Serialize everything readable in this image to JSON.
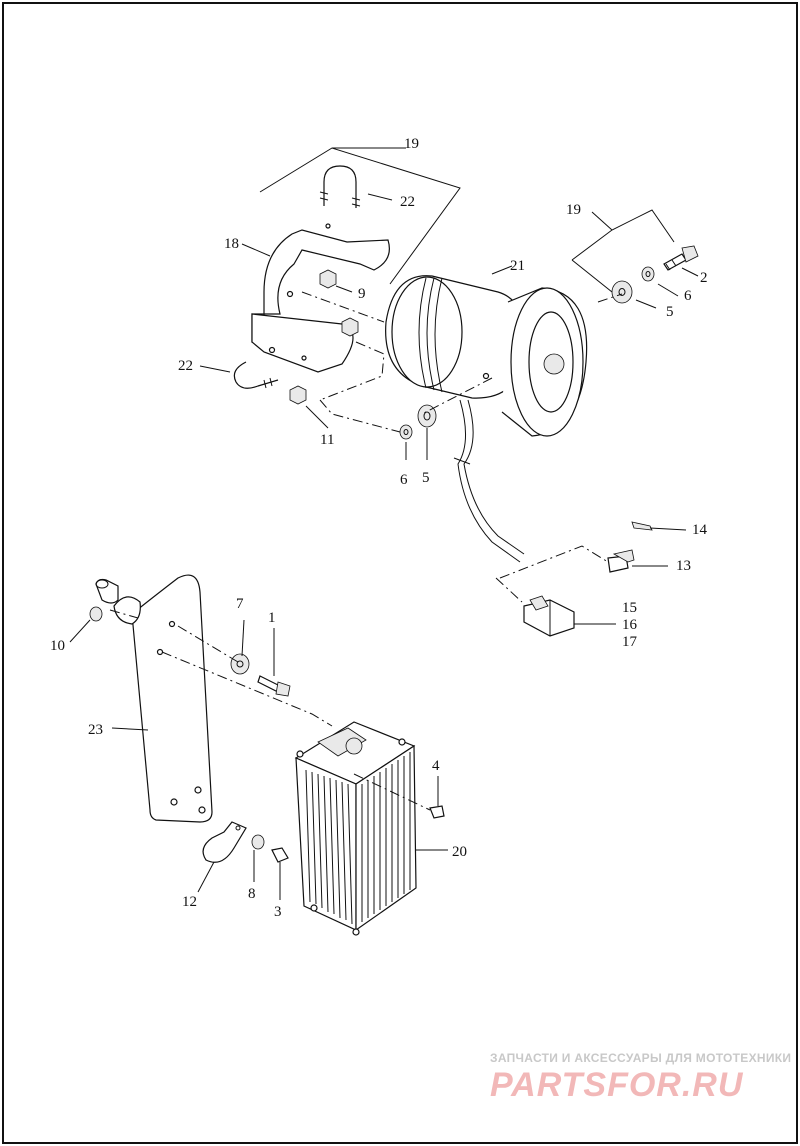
{
  "callouts": [
    {
      "id": "c1",
      "label": "1"
    },
    {
      "id": "c2",
      "label": "2"
    },
    {
      "id": "c3",
      "label": "3"
    },
    {
      "id": "c4",
      "label": "4"
    },
    {
      "id": "c5a",
      "label": "5"
    },
    {
      "id": "c5b",
      "label": "5"
    },
    {
      "id": "c6a",
      "label": "6"
    },
    {
      "id": "c6b",
      "label": "6"
    },
    {
      "id": "c7",
      "label": "7"
    },
    {
      "id": "c8",
      "label": "8"
    },
    {
      "id": "c9",
      "label": "9"
    },
    {
      "id": "c10",
      "label": "10"
    },
    {
      "id": "c11",
      "label": "11"
    },
    {
      "id": "c12",
      "label": "12"
    },
    {
      "id": "c13",
      "label": "13"
    },
    {
      "id": "c14",
      "label": "14"
    },
    {
      "id": "c15",
      "label": "15"
    },
    {
      "id": "c16",
      "label": "16"
    },
    {
      "id": "c17",
      "label": "17"
    },
    {
      "id": "c18",
      "label": "18"
    },
    {
      "id": "c19a",
      "label": "19"
    },
    {
      "id": "c19b",
      "label": "19"
    },
    {
      "id": "c20",
      "label": "20"
    },
    {
      "id": "c21",
      "label": "21"
    },
    {
      "id": "c22a",
      "label": "22"
    },
    {
      "id": "c22b",
      "label": "22"
    },
    {
      "id": "c23",
      "label": "23"
    }
  ],
  "watermark": {
    "subtitle": "ЗАПЧАСТИ И АКСЕССУАРЫ ДЛЯ МОТОТЕХНИКИ",
    "brand": "PARTSFOR.RU"
  },
  "colors": {
    "line": "#111111",
    "watermark_text": "#c8c8c8",
    "watermark_brand": "#f2b8b8"
  }
}
